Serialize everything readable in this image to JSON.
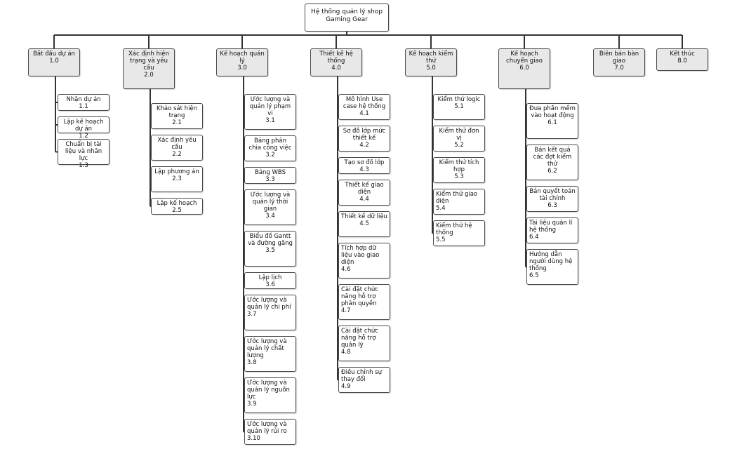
{
  "root": {
    "title": "Hệ thống quản lý shop Gaming Gear"
  },
  "phases": [
    {
      "label": "Bắt đầu dự án",
      "code": "1.0",
      "children": [
        {
          "label": "Nhận dự án",
          "code": "1.1"
        },
        {
          "label": "Lập kế hoạch dự án",
          "code": "1.2"
        },
        {
          "label": "Chuẩn bị tài liệu và nhân lực",
          "code": "1.3"
        }
      ]
    },
    {
      "label": "Xác định hiện trạng và yêu cầu",
      "code": "2.0",
      "children": [
        {
          "label": "Khảo sát hiện trạng",
          "code": "2.1"
        },
        {
          "label": "Xác định yêu cầu",
          "code": "2.2"
        },
        {
          "label": "Lập phương án",
          "code": "2.3"
        },
        {
          "label": "Lập kế hoạch",
          "code": "2.5"
        }
      ]
    },
    {
      "label": "Kế hoạch quản lý",
      "code": "3.0",
      "children": [
        {
          "label": "Ước lượng và quản lý phạm vi",
          "code": "3.1"
        },
        {
          "label": "Bảng phân chia công việc",
          "code": "3.2"
        },
        {
          "label": "Bảng WBS",
          "code": "3.3"
        },
        {
          "label": "Ước lượng và quản lý thời gian",
          "code": "3.4"
        },
        {
          "label": "Biểu đồ Gantt và đường găng",
          "code": "3.5"
        },
        {
          "label": "Lập lịch",
          "code": "3.6"
        },
        {
          "label": "Ước lượng và quản lý chi phí",
          "code": "3.7"
        },
        {
          "label": "Ước lượng và quản lý chất lượng",
          "code": "3.8"
        },
        {
          "label": "Ước lượng và quản lý nguồn lực",
          "code": "3.9"
        },
        {
          "label": "Ước lượng và quản lý rủi ro",
          "code": "3.10"
        }
      ]
    },
    {
      "label": "Thiết kế hệ thống",
      "code": "4.0",
      "children": [
        {
          "label": "Mô hình Use case hệ thống",
          "code": "4.1"
        },
        {
          "label": "Sơ đồ lớp mức thiết kế",
          "code": "4.2"
        },
        {
          "label": "Tạo sơ đồ lớp",
          "code": "4.3"
        },
        {
          "label": "Thiết kế giao diện",
          "code": "4.4"
        },
        {
          "label": "Thiết kế dữ liệu",
          "code": "4.5"
        },
        {
          "label": "Tích hợp dữ liệu vào giao diện",
          "code": "4.6"
        },
        {
          "label": "Cài đặt chức năng hỗ trợ phân quyền",
          "code": "4.7"
        },
        {
          "label": "Cài đặt chức năng hỗ trợ quản lý",
          "code": "4.8"
        },
        {
          "label": "Điều chỉnh sự thay đổi",
          "code": "4.9"
        }
      ]
    },
    {
      "label": "Kế hoạch kiểm thử",
      "code": "5.0",
      "children": [
        {
          "label": "Kiểm thử logic",
          "code": "5.1"
        },
        {
          "label": "Kiểm thử đơn vị",
          "code": "5.2"
        },
        {
          "label": "Kiểm thử tích hợp",
          "code": "5.3"
        },
        {
          "label": "Kiểm thử giao diện",
          "code": "5.4"
        },
        {
          "label": "Kiểm thử hệ thống",
          "code": "5.5"
        }
      ]
    },
    {
      "label": "Kế hoạch chuyển giao",
      "code": "6.0",
      "children": [
        {
          "label": "Đưa phần mềm vào hoạt động",
          "code": "6.1"
        },
        {
          "label": "Bản kết quả các đợt kiểm thử",
          "code": "6.2"
        },
        {
          "label": "Bản quyết toán tài chính",
          "code": "6.3"
        },
        {
          "label": "Tài liệu quản lí hệ thống",
          "code": "6.4"
        },
        {
          "label": "Hướng dẫn người dùng hệ thống",
          "code": "6.5"
        }
      ]
    },
    {
      "label": "Biên bản bàn giao",
      "code": "7.0",
      "children": []
    },
    {
      "label": "Kết thúc",
      "code": "8.0",
      "children": []
    }
  ]
}
